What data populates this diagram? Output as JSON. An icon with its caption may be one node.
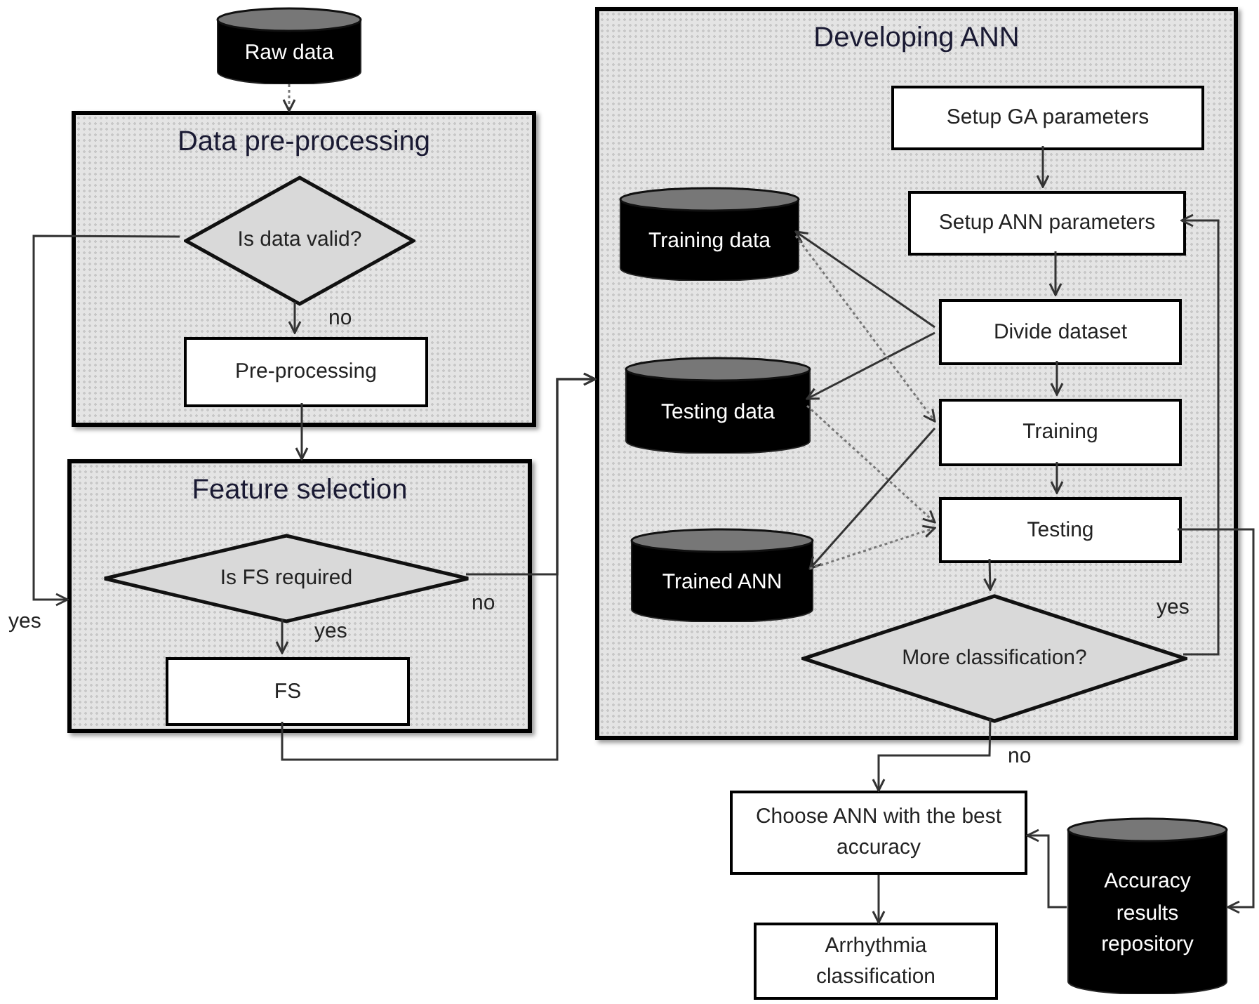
{
  "diagram": {
    "nodes": [
      {
        "text": [
          "Raw data"
        ]
      },
      {
        "text": [
          "Data pre-processing"
        ]
      },
      {
        "text": [
          "Is data valid?"
        ],
        "in": 1
      },
      {
        "text": [
          "Pre-processing"
        ],
        "in": 1
      },
      {
        "text": [
          "Feature selection"
        ]
      },
      {
        "text": [
          "Is FS required"
        ],
        "in": 4
      },
      {
        "text": [
          "FS"
        ],
        "in": 4
      },
      {
        "text": [
          "Developing ANN"
        ]
      },
      {
        "text": [
          "Setup GA parameters"
        ],
        "in": 7
      },
      {
        "text": [
          "Setup ANN parameters"
        ],
        "in": 7
      },
      {
        "text": [
          "Divide dataset"
        ],
        "in": 7
      },
      {
        "text": [
          "Training"
        ],
        "in": 7
      },
      {
        "text": [
          "Testing"
        ],
        "in": 7
      },
      {
        "text": [
          "More classification?"
        ],
        "in": 7
      },
      {
        "text": [
          "Training data"
        ],
        "in": 7
      },
      {
        "text": [
          "Testing data"
        ],
        "in": 7
      },
      {
        "text": [
          "Trained ANN"
        ],
        "in": 7
      },
      {
        "text": [
          "Choose ANN with the best accuracy"
        ]
      },
      {
        "text": [
          "Arrhythmia classification"
        ]
      },
      {
        "text": [
          "Accuracy results repository"
        ]
      }
    ],
    "edges": [
      {
        "from": 0,
        "to": 1,
        "arrow": "to",
        "style": "dashed"
      },
      {
        "from": 2,
        "to": 3,
        "arrow": "to",
        "label": "no"
      },
      {
        "from": 3,
        "to": 4,
        "arrow": "to"
      },
      {
        "from": 2,
        "to": 4,
        "arrow": "to",
        "label": "yes"
      },
      {
        "from": 5,
        "to": 6,
        "arrow": "to",
        "label": "yes"
      },
      {
        "from": 5,
        "to": 7,
        "arrow": "to",
        "label": "no"
      },
      {
        "from": 6,
        "to": 7,
        "arrow": "to"
      },
      {
        "from": 8,
        "to": 9,
        "arrow": "to"
      },
      {
        "from": 9,
        "to": 10,
        "arrow": "to"
      },
      {
        "from": 10,
        "to": 11,
        "arrow": "to"
      },
      {
        "from": 11,
        "to": 12,
        "arrow": "to"
      },
      {
        "from": 12,
        "to": 13,
        "arrow": "to"
      },
      {
        "from": 10,
        "to": 14,
        "arrow": "to"
      },
      {
        "from": 10,
        "to": 15,
        "arrow": "to"
      },
      {
        "from": 14,
        "to": 11,
        "arrow": "to",
        "style": "dashed"
      },
      {
        "from": 15,
        "to": 12,
        "arrow": "to",
        "style": "dashed"
      },
      {
        "from": 11,
        "to": 16,
        "arrow": "to"
      },
      {
        "from": 16,
        "to": 12,
        "arrow": "to",
        "style": "dashed"
      },
      {
        "from": 13,
        "to": 9,
        "arrow": "to",
        "label": "yes"
      },
      {
        "from": 13,
        "to": 17,
        "arrow": "to",
        "label": "no"
      },
      {
        "from": 17,
        "to": 18,
        "arrow": "to"
      },
      {
        "from": 12,
        "to": 19,
        "arrow": "to"
      },
      {
        "from": 19,
        "to": 17,
        "arrow": "to"
      }
    ]
  }
}
